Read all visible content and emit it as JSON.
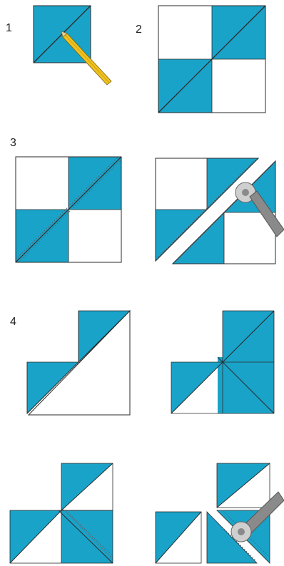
{
  "steps": [
    {
      "label": "1"
    },
    {
      "label": "2"
    },
    {
      "label": "3"
    },
    {
      "label": "4"
    }
  ],
  "colors": {
    "fabric": "#1aa3c8",
    "background": "#ffffff",
    "outline": "#2a2a2a",
    "stitch": "#556677",
    "pencil_body": "#f0c21e",
    "pencil_tip": "#e8c99a",
    "cutter_body": "#8a8a8a",
    "cutter_blade": "#cfcfcf"
  },
  "icons": [
    "pencil-icon",
    "rotary-cutter-icon"
  ]
}
